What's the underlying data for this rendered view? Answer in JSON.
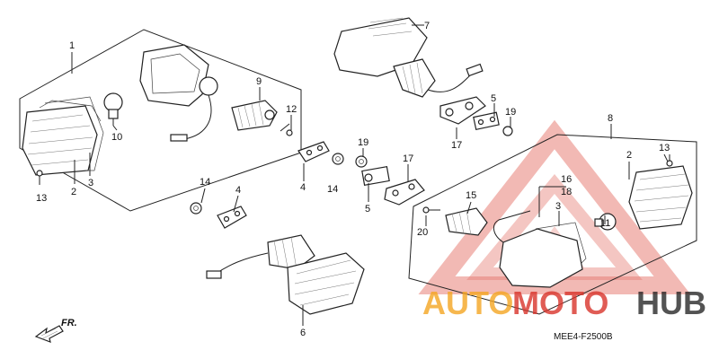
{
  "diagram": {
    "code": "MEE4-F2500B",
    "direction_label": "FR.",
    "callouts": [
      {
        "id": "c1",
        "text": "1"
      },
      {
        "id": "c2a",
        "text": "2"
      },
      {
        "id": "c3a",
        "text": "3"
      },
      {
        "id": "c13a",
        "text": "13"
      },
      {
        "id": "c10",
        "text": "10"
      },
      {
        "id": "c9",
        "text": "9"
      },
      {
        "id": "c12",
        "text": "12"
      },
      {
        "id": "c7",
        "text": "7"
      },
      {
        "id": "c5a",
        "text": "5"
      },
      {
        "id": "c19a",
        "text": "19"
      },
      {
        "id": "c17a",
        "text": "17"
      },
      {
        "id": "c4a",
        "text": "4"
      },
      {
        "id": "c14a",
        "text": "14"
      },
      {
        "id": "c19b",
        "text": "19"
      },
      {
        "id": "c17b",
        "text": "17"
      },
      {
        "id": "c5b",
        "text": "5"
      },
      {
        "id": "c14b",
        "text": "14"
      },
      {
        "id": "c4b",
        "text": "4"
      },
      {
        "id": "c6",
        "text": "6"
      },
      {
        "id": "c8",
        "text": "8"
      },
      {
        "id": "c13b",
        "text": "13"
      },
      {
        "id": "c2b",
        "text": "2"
      },
      {
        "id": "c16",
        "text": "16"
      },
      {
        "id": "c18",
        "text": "18"
      },
      {
        "id": "c15",
        "text": "15"
      },
      {
        "id": "c3b",
        "text": "3"
      },
      {
        "id": "c11",
        "text": "11"
      },
      {
        "id": "c20",
        "text": "20"
      }
    ]
  },
  "watermark": {
    "brand_part1": "AUTO",
    "brand_part2": "MOTO",
    "brand_part3": "HUB",
    "color_red": "#d9342b",
    "color_orange": "#f5a623",
    "color_dark": "#1a1a1a"
  }
}
